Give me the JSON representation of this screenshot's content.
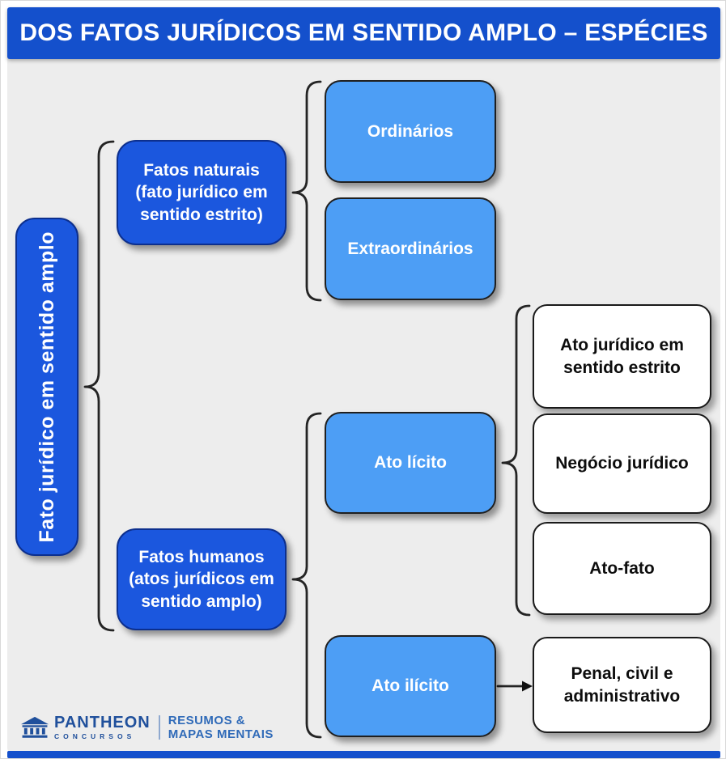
{
  "header": {
    "title": "DOS FATOS JURÍDICOS EM SENTIDO AMPLO – ESPÉCIES"
  },
  "diagram": {
    "root": {
      "label": "Fato jurídico em sentido amplo"
    },
    "fatos_naturais": {
      "label": "Fatos naturais\n(fato jurídico em\nsentido estrito)"
    },
    "fatos_humanos": {
      "label": "Fatos humanos\n(atos jurídicos em\nsentido amplo)"
    },
    "ordinarios": {
      "label": "Ordinários"
    },
    "extraordinarios": {
      "label": "Extraordinários"
    },
    "ato_licito": {
      "label": "Ato lícito"
    },
    "ato_ilicito": {
      "label": "Ato ilícito"
    },
    "ato_juridico_sentido_estrito": {
      "label": "Ato jurídico em\nsentido estrito"
    },
    "negocio_juridico": {
      "label": "Negócio jurídico"
    },
    "ato_fato": {
      "label": "Ato-fato"
    },
    "penal_civil_adm": {
      "label": "Penal, civil e\nadministrativo"
    },
    "edges": [
      {
        "from": "root",
        "to": [
          "fatos_naturais",
          "fatos_humanos"
        ],
        "style": "brace"
      },
      {
        "from": "fatos_naturais",
        "to": [
          "ordinarios",
          "extraordinarios"
        ],
        "style": "brace"
      },
      {
        "from": "fatos_humanos",
        "to": [
          "ato_licito",
          "ato_ilicito"
        ],
        "style": "brace"
      },
      {
        "from": "ato_licito",
        "to": [
          "ato_juridico_sentido_estrito",
          "negocio_juridico",
          "ato_fato"
        ],
        "style": "brace"
      },
      {
        "from": "ato_ilicito",
        "to": [
          "penal_civil_adm"
        ],
        "style": "arrow"
      }
    ]
  },
  "footer": {
    "brand": "PANTHEON",
    "brand_sub": "CONCURSOS",
    "tagline_line1": "RESUMOS &",
    "tagline_line2": "MAPAS MENTAIS"
  },
  "colors": {
    "header_blue": "#1450cc",
    "dark_node_blue": "#1b57de",
    "light_node_blue": "#4d9ef5",
    "white_node": "#ffffff",
    "background_gray": "#ededed",
    "brand_blue": "#20509c",
    "tagline_blue": "#2f6ab8",
    "connector_dark": "#242424"
  }
}
